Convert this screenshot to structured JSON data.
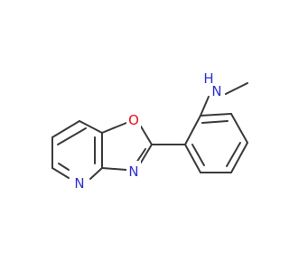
{
  "molecule": {
    "atoms": {
      "nh_n": "N",
      "nh_h": "H",
      "oxazole_o": "O",
      "oxazole_n": "N",
      "pyridine_n": "N"
    },
    "colors": {
      "bond": "#3a3a3a",
      "nitrogen": "#2f2fd2",
      "oxygen": "#e3101c",
      "background": "#ffffff"
    }
  }
}
